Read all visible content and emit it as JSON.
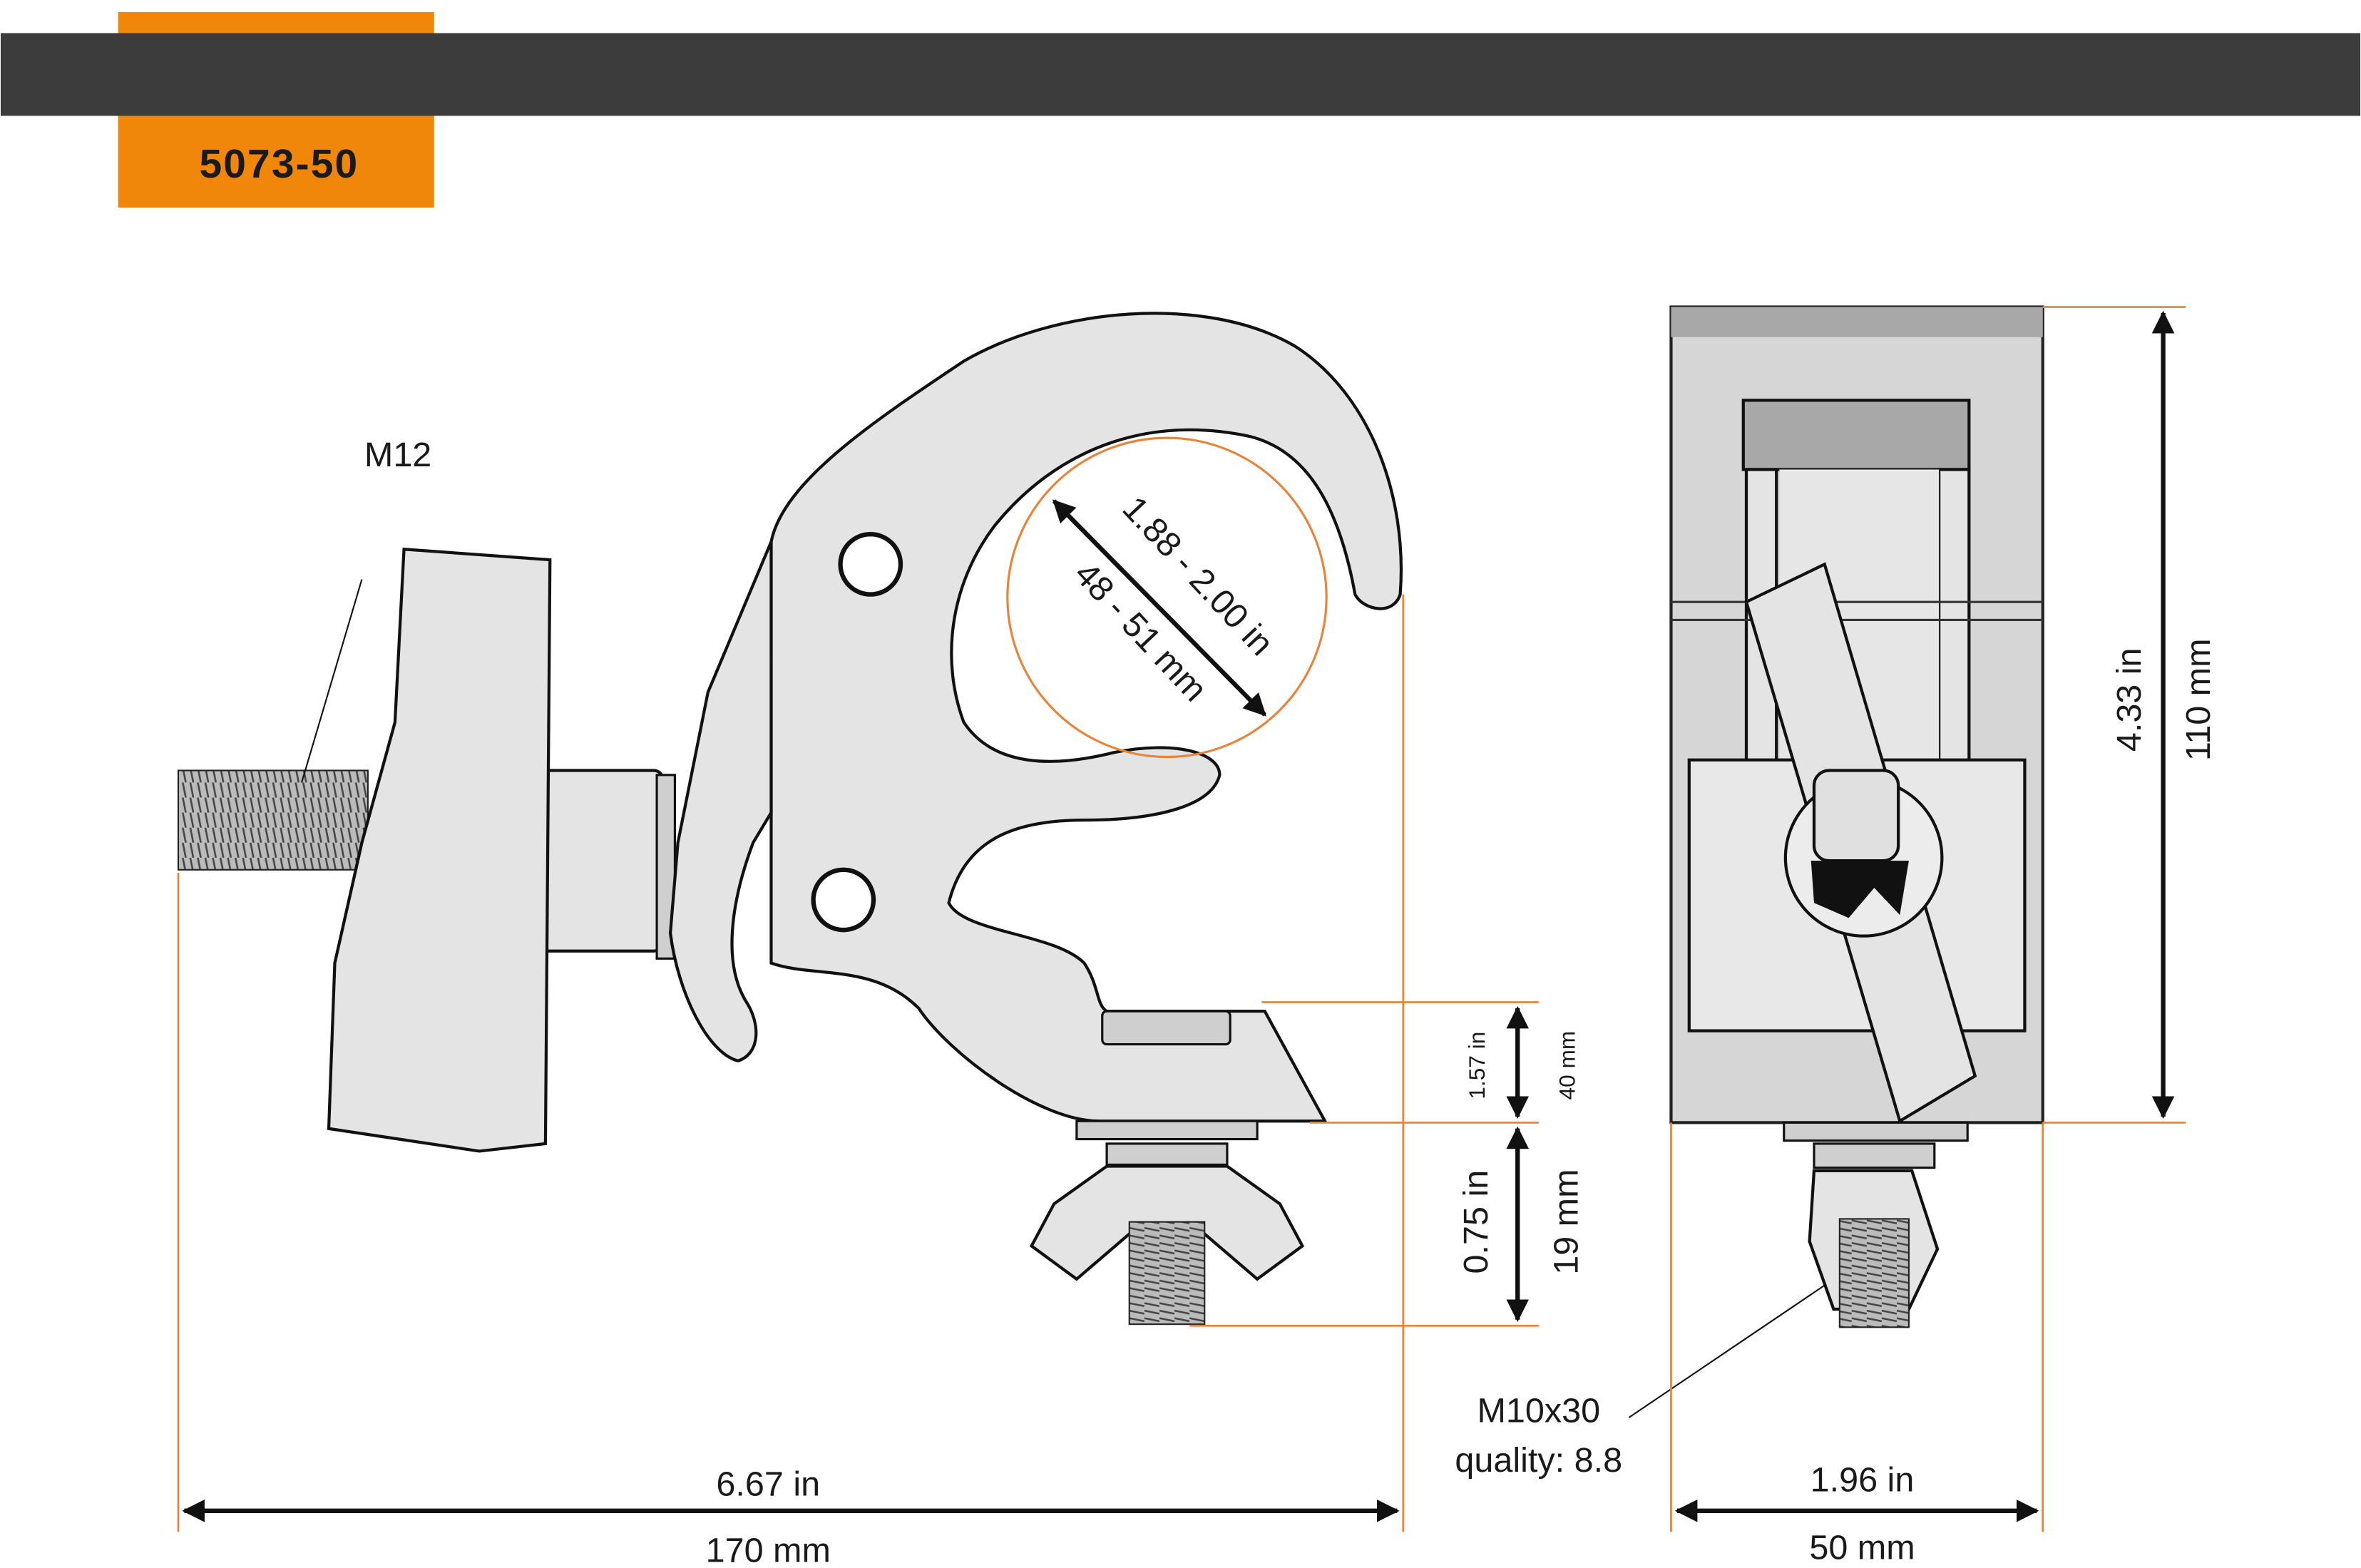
{
  "header": {
    "part_number": "5073-50"
  },
  "colors": {
    "accent": "#f0870a",
    "bar": "#3c3c3c",
    "dimension_line": "#e8843a"
  },
  "side_view": {
    "thread_label": "M12",
    "pipe_diameter_in": "1.88 - 2.00 in",
    "pipe_diameter_mm": "48 - 51 mm",
    "width_in": "6.67 in",
    "width_mm": "170 mm",
    "jaw_height_in": "1.57 in",
    "jaw_height_mm": "40 mm",
    "bolt_length_in": "0.75 in",
    "bolt_length_mm": "19 mm"
  },
  "bolt": {
    "spec": "M10x30",
    "quality": "quality: 8.8"
  },
  "front_view": {
    "height_in": "4.33 in",
    "height_mm": "110 mm",
    "width_in": "1.96 in",
    "width_mm": "50 mm"
  }
}
